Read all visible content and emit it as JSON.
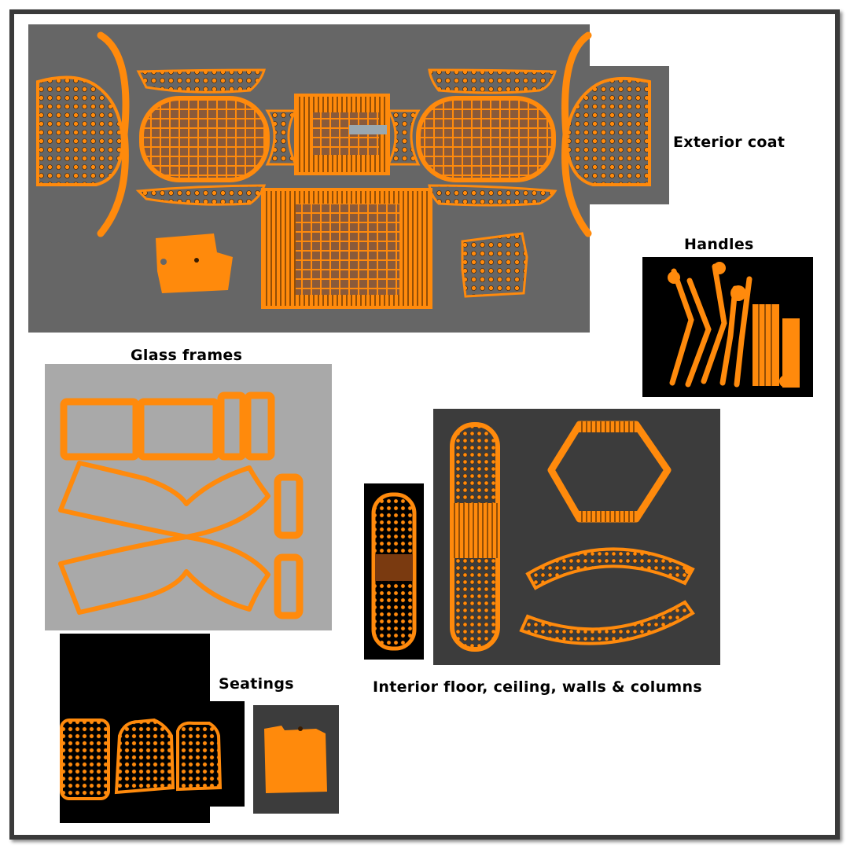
{
  "labels": {
    "exterior": "Exterior coat",
    "handles": "Handles",
    "glass": "Glass frames",
    "seatings": "Seatings",
    "interior": "Interior floor, ceiling, walls & columns"
  },
  "colors": {
    "uv_island": "#ff8a0c",
    "uv_edge": "#3a1c00",
    "exterior_bg": "#666666",
    "glass_bg": "#a9a9a9",
    "interior_bg": "#3c3c3c",
    "handles_bg": "#000000",
    "seatings_bg": "#000000",
    "seatings_extra_bg": "#3c3c3c",
    "selected_face": "#9aa8b0"
  }
}
